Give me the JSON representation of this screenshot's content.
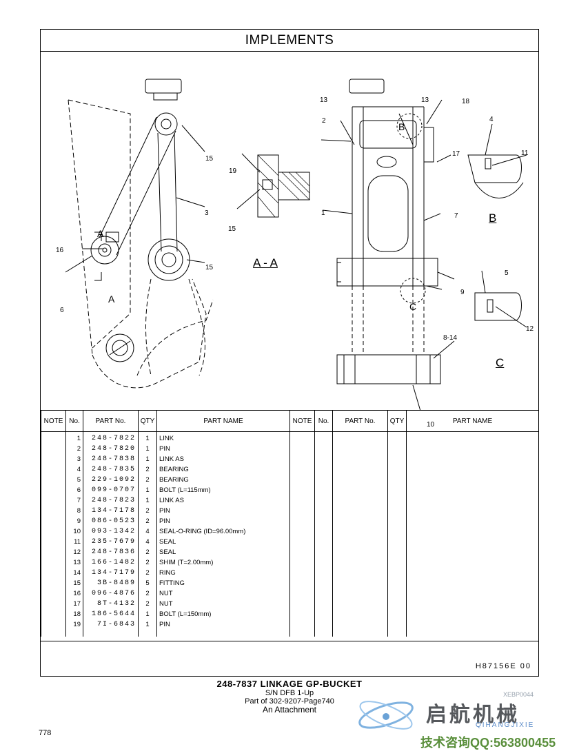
{
  "header": {
    "title": "IMPLEMENTS"
  },
  "diagram": {
    "callouts": {
      "c2": "2",
      "c13a": "13",
      "c13b": "13",
      "c18": "18",
      "c4": "4",
      "c11": "11",
      "c17": "17",
      "c15a": "15",
      "c15b": "15",
      "c15c": "15",
      "c19": "19",
      "c3": "3",
      "c1": "1",
      "c7": "7",
      "c16": "16",
      "c6": "6",
      "c5": "5",
      "c12": "12",
      "c9": "9",
      "c814": "8-14",
      "c10": "10"
    },
    "section_labels": {
      "a_top": "A",
      "a_bottom": "A",
      "aa": "A - A",
      "b_marker": "B",
      "b": "B",
      "c_marker": "C",
      "c": "C"
    }
  },
  "table": {
    "headers": {
      "note": "NOTE",
      "no": "No.",
      "part_no": "PART No.",
      "qty": "QTY",
      "part_name": "PART NAME"
    },
    "rows": [
      {
        "no": "1",
        "part_no": "248-7822",
        "qty": "1",
        "name": "LINK",
        "indent": false
      },
      {
        "no": "2",
        "part_no": "248-7820",
        "qty": "1",
        "name": "PIN",
        "indent": false
      },
      {
        "no": "3",
        "part_no": "248-7838",
        "qty": "1",
        "name": "LINK AS",
        "indent": false
      },
      {
        "no": "4",
        "part_no": "248-7835",
        "qty": "2",
        "name": "BEARING",
        "indent": true
      },
      {
        "no": "5",
        "part_no": "229-1092",
        "qty": "2",
        "name": "BEARING",
        "indent": true
      },
      {
        "no": "6",
        "part_no": "099-0707",
        "qty": "1",
        "name": "BOLT (L=115mm)",
        "indent": false
      },
      {
        "no": "7",
        "part_no": "248-7823",
        "qty": "1",
        "name": "LINK AS",
        "indent": false
      },
      {
        "no": "8",
        "part_no": "134-7178",
        "qty": "2",
        "name": "PIN",
        "indent": false
      },
      {
        "no": "9",
        "part_no": "086-0523",
        "qty": "2",
        "name": "PIN",
        "indent": false
      },
      {
        "no": "10",
        "part_no": "093-1342",
        "qty": "4",
        "name": "SEAL-O-RING (ID=96.00mm)",
        "indent": false
      },
      {
        "no": "11",
        "part_no": "235-7679",
        "qty": "4",
        "name": "SEAL",
        "indent": false
      },
      {
        "no": "12",
        "part_no": "248-7836",
        "qty": "2",
        "name": "SEAL",
        "indent": false
      },
      {
        "no": "13",
        "part_no": "166-1482",
        "qty": "2",
        "name": "SHIM (T=2.00mm)",
        "indent": false
      },
      {
        "no": "14",
        "part_no": "134-7179",
        "qty": "2",
        "name": "RING",
        "indent": false
      },
      {
        "no": "15",
        "part_no": "3B-8489",
        "qty": "5",
        "name": "FITTING",
        "indent": false
      },
      {
        "no": "16",
        "part_no": "096-4876",
        "qty": "2",
        "name": "NUT",
        "indent": false
      },
      {
        "no": "17",
        "part_no": "8T-4132",
        "qty": "2",
        "name": "NUT",
        "indent": false
      },
      {
        "no": "18",
        "part_no": "186-5644",
        "qty": "1",
        "name": "BOLT (L=150mm)",
        "indent": false
      },
      {
        "no": "19",
        "part_no": "7I-6843",
        "qty": "1",
        "name": "PIN",
        "indent": false
      }
    ]
  },
  "drawing_number": "H87156E   00",
  "caption": {
    "title": "248-7837  LINKAGE GP-BUCKET",
    "serial": "S/N DFB 1-Up",
    "part_of": "Part of 302-9207-Page740",
    "attachment": "An Attachment",
    "code": "XEBP0044"
  },
  "page_number": "778",
  "watermark": {
    "chinese": "启航机械",
    "pinyin": "QIHANGJIXIE",
    "contact": "技术咨询QQ:563800455"
  }
}
